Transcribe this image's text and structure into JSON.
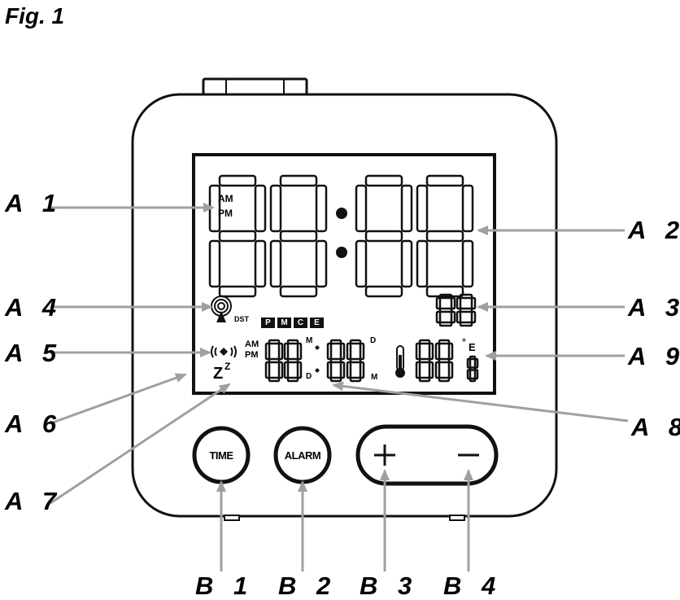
{
  "figure": {
    "title": "Fig. 1"
  },
  "callouts": {
    "a1": "A 1",
    "a2": "A 2",
    "a3": "A 3",
    "a4": "A 4",
    "a5": "A 5",
    "a6": "A 6",
    "a7": "A 7",
    "a8": "A 8",
    "a9": "A 9",
    "b1": "B 1",
    "b2": "B 2",
    "b3": "B 3",
    "b4": "B 4"
  },
  "display": {
    "clock_am": "AM",
    "clock_pm": "PM",
    "dst": "DST",
    "weekday_marks": [
      "P",
      "M",
      "C",
      "E"
    ],
    "alarm_am": "AM",
    "alarm_pm": "PM",
    "month_mark": "M",
    "day_mark": "D",
    "day_mark_right": "D",
    "month_mark_right": "M",
    "snooze": "Z",
    "snooze_small": "Z",
    "degree": "°",
    "unit_letter": "E"
  },
  "buttons": {
    "time": "TIME",
    "alarm": "ALARM",
    "plus": "+",
    "minus": "−"
  },
  "icons": {
    "radio_signal": "radio-tower-icon",
    "alarm_sound": "alarm-sound-icon",
    "thermometer": "thermometer-icon"
  },
  "colors": {
    "outline": "#111111",
    "arrow": "#a0a0a0",
    "background": "#ffffff"
  }
}
